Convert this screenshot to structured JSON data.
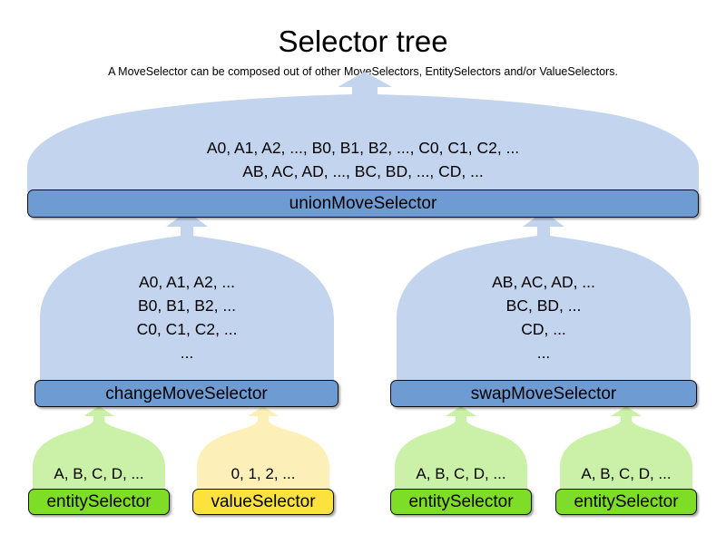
{
  "header": {
    "title": "Selector tree",
    "subtitle": "A MoveSelector can be composed out of other MoveSelectors, EntitySelectors and/or ValueSelectors."
  },
  "colors": {
    "cloud_blue": "#c3d5ee",
    "bar_blue": "#6e9bd2",
    "cloud_green": "#cbf0a8",
    "bar_green": "#7ede27",
    "cloud_yellow": "#fcf0b8",
    "bar_yellow": "#fbe23e",
    "outline": "#0d0d0d",
    "background": "#ffffff",
    "text": "#000000"
  },
  "nodes": {
    "union": {
      "label": "unionMoveSelector",
      "kind": "move-selector",
      "color": "blue",
      "output_lines": [
        "A0, A1, A2, ..., B0, B1, B2, ..., C0, C1, C2, ...",
        "AB, AC, AD, ..., BC, BD, ..., CD, ..."
      ]
    },
    "change": {
      "label": "changeMoveSelector",
      "kind": "move-selector",
      "color": "blue",
      "output_lines": [
        "A0, A1, A2, ...",
        "B0, B1, B2, ...",
        "C0, C1, C2, ...",
        "..."
      ]
    },
    "swap": {
      "label": "swapMoveSelector",
      "kind": "move-selector",
      "color": "blue",
      "output_lines": [
        "AB, AC, AD, ...",
        "BC, BD, ...",
        "CD, ...",
        "..."
      ]
    },
    "change_entity": {
      "label": "entitySelector",
      "kind": "entity-selector",
      "color": "green",
      "output_lines": [
        "A, B, C, D, ..."
      ]
    },
    "change_value": {
      "label": "valueSelector",
      "kind": "value-selector",
      "color": "yellow",
      "output_lines": [
        "0, 1, 2, ..."
      ]
    },
    "swap_entity_left": {
      "label": "entitySelector",
      "kind": "entity-selector",
      "color": "green",
      "output_lines": [
        "A, B, C, D, ..."
      ]
    },
    "swap_entity_right": {
      "label": "entitySelector",
      "kind": "entity-selector",
      "color": "green",
      "output_lines": [
        "A, B, C, D, ..."
      ]
    }
  },
  "edges": [
    {
      "from": "change",
      "to": "union"
    },
    {
      "from": "swap",
      "to": "union"
    },
    {
      "from": "change_entity",
      "to": "change"
    },
    {
      "from": "change_value",
      "to": "change"
    },
    {
      "from": "swap_entity_left",
      "to": "swap"
    },
    {
      "from": "swap_entity_right",
      "to": "swap"
    }
  ]
}
